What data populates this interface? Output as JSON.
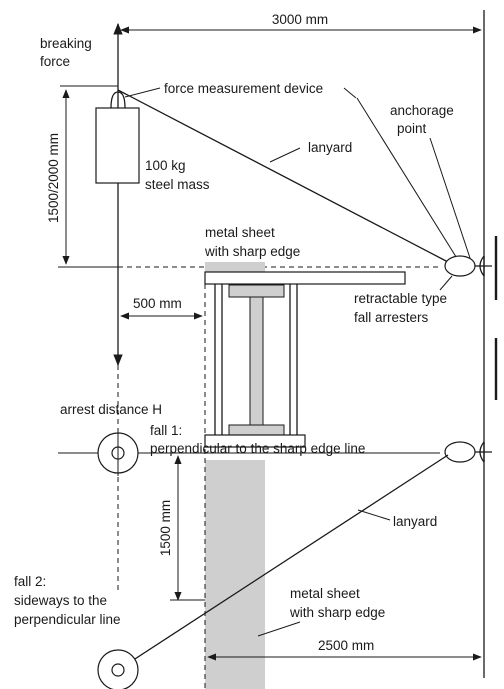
{
  "labels": {
    "breaking_force": [
      "breaking",
      "force"
    ],
    "dim_3000": "3000 mm",
    "force_device": "force measurement device",
    "anchorage_point": [
      "anchorage",
      "point"
    ],
    "lanyard_top": "lanyard",
    "steel_mass": [
      "100 kg",
      "steel mass"
    ],
    "dim_1500_2000": "1500/2000 mm",
    "metal_sheet_top": [
      "metal sheet",
      "with sharp edge"
    ],
    "dim_500": "500 mm",
    "fall_arresters": [
      "retractable type",
      "fall arresters"
    ],
    "arrest_distance": "arrest distance H",
    "fall1": [
      "fall 1:",
      "perpendicular to the sharp edge line"
    ],
    "dim_1500": "1500 mm",
    "lanyard_bottom": "lanyard",
    "fall2": [
      "fall 2:",
      "sideways to the",
      "perpendicular line"
    ],
    "metal_sheet_bottom": [
      "metal sheet",
      "with sharp edge"
    ],
    "dim_2500": "2500 mm"
  },
  "colors": {
    "line": "#1a1a1a",
    "fill_gray": "#cfcfcf",
    "background": "#ffffff"
  }
}
